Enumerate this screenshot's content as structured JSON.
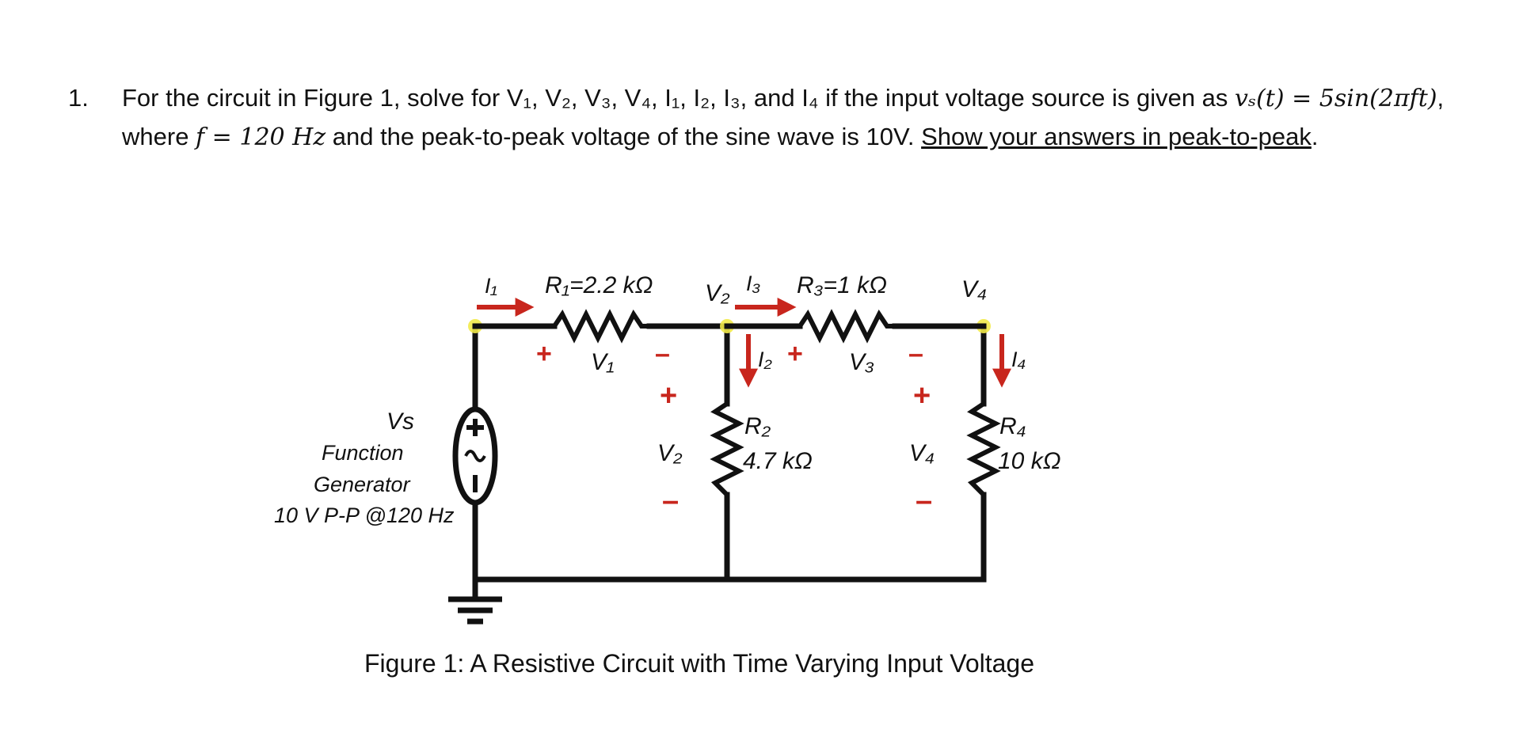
{
  "problem": {
    "number": "1.",
    "prefix": "For the circuit in Figure 1, solve for V₁, V₂, V₃, V₄, I₁, I₂, I₃, and I₄ if the input voltage source is given as ",
    "vs_expr": "vₛ(t) = 5sin(2πft)",
    "mid": ", where ",
    "f_expr": "f = 120 Hz",
    "suffix": " and the peak-to-peak voltage of the sine wave is 10V. ",
    "underlined": "Show your answers in peak-to-peak",
    "end": "."
  },
  "circuit": {
    "source": {
      "label": "Vs",
      "line1": "Function",
      "line2": "Generator",
      "line3": "10 V P-P @120 Hz"
    },
    "r1": "R₁=2.2 kΩ",
    "r3": "R₃=1 kΩ",
    "r2_name": "R₂",
    "r2_value": "4.7 kΩ",
    "r4_name": "R₄",
    "r4_value": "10 kΩ",
    "i1": "I₁",
    "i2": "I₂",
    "i3": "I₃",
    "i4": "I₄",
    "v1": "V₁",
    "v2_node": "V₂",
    "v2": "V₂",
    "v3": "V₃",
    "v4_node": "V₄",
    "v4": "V₄",
    "plus": "+",
    "minus": "–",
    "arrow_color": "#c8261d",
    "node_color": "#f2ea4a"
  },
  "caption": "Figure 1: A Resistive Circuit with Time Varying Input Voltage"
}
